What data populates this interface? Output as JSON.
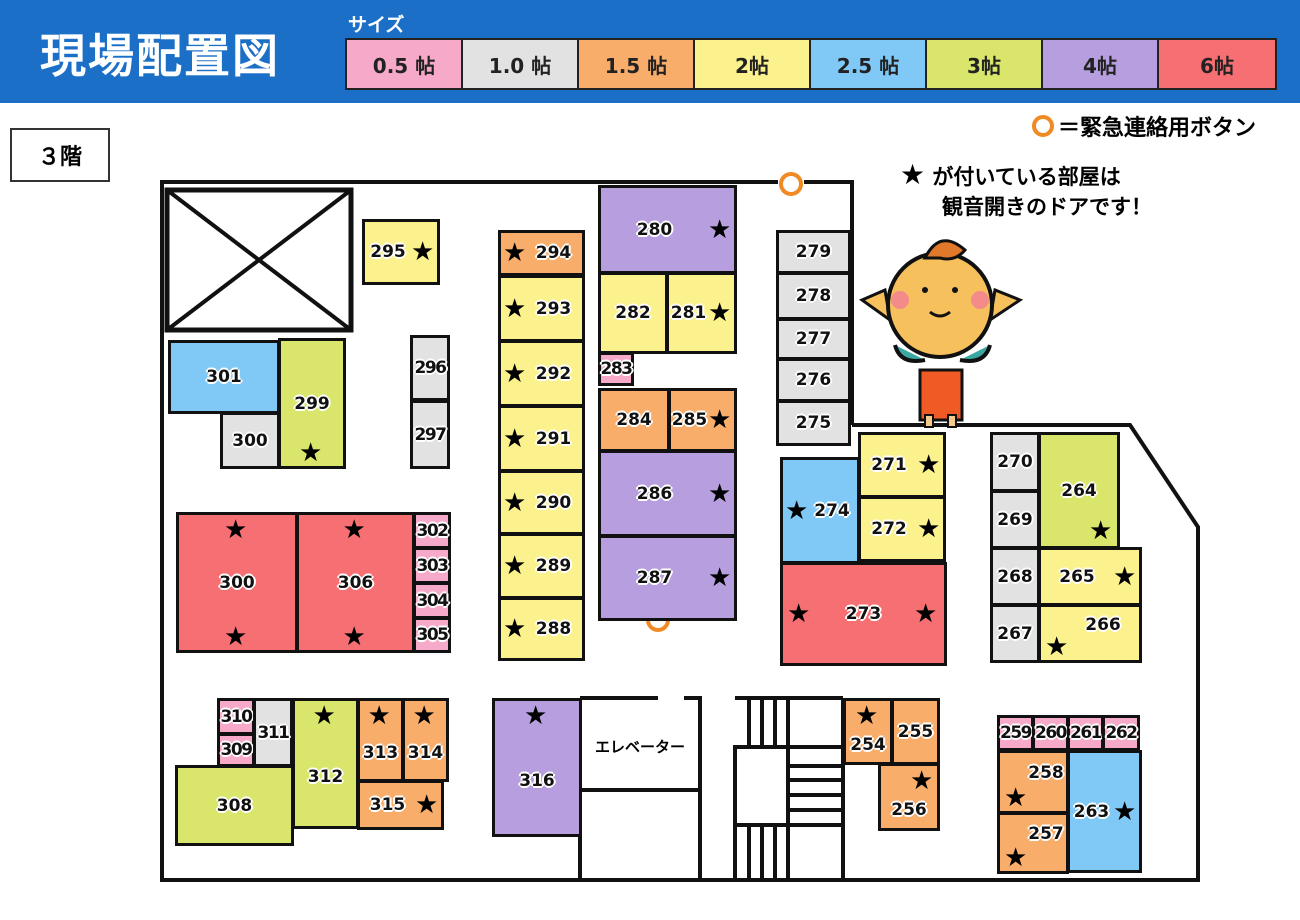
{
  "header": {
    "title": "現場配置図",
    "size_label": "サイズ"
  },
  "legend": [
    {
      "label": "0.5 帖",
      "color": "#f7a9c9"
    },
    {
      "label": "1.0 帖",
      "color": "#e2e2e2"
    },
    {
      "label": "1.5 帖",
      "color": "#f9ad6b"
    },
    {
      "label": "2帖",
      "color": "#fbf28e"
    },
    {
      "label": "2.5 帖",
      "color": "#80c9f7"
    },
    {
      "label": "3帖",
      "color": "#d9e66b"
    },
    {
      "label": "4帖",
      "color": "#b79fdf"
    },
    {
      "label": "6帖",
      "color": "#f56f73"
    }
  ],
  "floor": "３階",
  "emergency_note": "＝緊急連絡用ボタン",
  "star_note": {
    "line1": "が付いている部屋は",
    "line2": "観音開きのドアです！",
    "star": "★"
  },
  "elevator": "エレベーター",
  "rooms": [
    {
      "number": "295",
      "size": "2",
      "star": true
    },
    {
      "number": "301",
      "size": "2.5",
      "star": false
    },
    {
      "number": "300",
      "size": "1.0",
      "star": false
    },
    {
      "number": "299",
      "size": "3",
      "star": true
    },
    {
      "number": "296",
      "size": "1.0",
      "star": false
    },
    {
      "number": "297",
      "size": "1.0",
      "star": false
    },
    {
      "number": "294",
      "size": "1.5",
      "star": true
    },
    {
      "number": "293",
      "size": "2",
      "star": true
    },
    {
      "number": "292",
      "size": "2",
      "star": true
    },
    {
      "number": "291",
      "size": "2",
      "star": true
    },
    {
      "number": "290",
      "size": "2",
      "star": true
    },
    {
      "number": "289",
      "size": "2",
      "star": true
    },
    {
      "number": "288",
      "size": "2",
      "star": true
    },
    {
      "number": "280",
      "size": "4",
      "star": true
    },
    {
      "number": "282",
      "size": "2",
      "star": false
    },
    {
      "number": "281",
      "size": "2",
      "star": true
    },
    {
      "number": "283",
      "size": "0.5",
      "star": false
    },
    {
      "number": "284",
      "size": "1.5",
      "star": false
    },
    {
      "number": "285",
      "size": "1.5",
      "star": true
    },
    {
      "number": "286",
      "size": "4",
      "star": true
    },
    {
      "number": "287",
      "size": "4",
      "star": true
    },
    {
      "number": "279",
      "size": "1.0",
      "star": false
    },
    {
      "number": "278",
      "size": "1.0",
      "star": false
    },
    {
      "number": "277",
      "size": "1.0",
      "star": false
    },
    {
      "number": "276",
      "size": "1.0",
      "star": false
    },
    {
      "number": "275",
      "size": "1.0",
      "star": false
    },
    {
      "number": "274",
      "size": "2.5",
      "star": true
    },
    {
      "number": "271",
      "size": "2",
      "star": true
    },
    {
      "number": "272",
      "size": "2",
      "star": true
    },
    {
      "number": "273",
      "size": "6",
      "star": true
    },
    {
      "number": "270",
      "size": "1.0",
      "star": false
    },
    {
      "number": "269",
      "size": "1.0",
      "star": false
    },
    {
      "number": "268",
      "size": "1.0",
      "star": false
    },
    {
      "number": "267",
      "size": "1.0",
      "star": false
    },
    {
      "number": "264",
      "size": "3",
      "star": true
    },
    {
      "number": "265",
      "size": "2",
      "star": true
    },
    {
      "number": "266",
      "size": "2",
      "star": true
    },
    {
      "number": "300",
      "size": "6",
      "star": true
    },
    {
      "number": "306",
      "size": "6",
      "star": true
    },
    {
      "number": "302",
      "size": "0.5",
      "star": false
    },
    {
      "number": "303",
      "size": "0.5",
      "star": false
    },
    {
      "number": "304",
      "size": "0.5",
      "star": false
    },
    {
      "number": "305",
      "size": "0.5",
      "star": false
    },
    {
      "number": "310",
      "size": "0.5",
      "star": false
    },
    {
      "number": "309",
      "size": "0.5",
      "star": false
    },
    {
      "number": "311",
      "size": "1.0",
      "star": false
    },
    {
      "number": "308",
      "size": "3",
      "star": false
    },
    {
      "number": "312",
      "size": "3",
      "star": true
    },
    {
      "number": "313",
      "size": "1.5",
      "star": true
    },
    {
      "number": "314",
      "size": "1.5",
      "star": true
    },
    {
      "number": "315",
      "size": "1.5",
      "star": true
    },
    {
      "number": "316",
      "size": "4",
      "star": true
    },
    {
      "number": "254",
      "size": "1.5",
      "star": true
    },
    {
      "number": "255",
      "size": "1.5",
      "star": false
    },
    {
      "number": "256",
      "size": "1.5",
      "star": true
    },
    {
      "number": "259",
      "size": "0.5",
      "star": false
    },
    {
      "number": "260",
      "size": "0.5",
      "star": false
    },
    {
      "number": "261",
      "size": "0.5",
      "star": false
    },
    {
      "number": "262",
      "size": "0.5",
      "star": false
    },
    {
      "number": "258",
      "size": "1.5",
      "star": true
    },
    {
      "number": "257",
      "size": "1.5",
      "star": true
    },
    {
      "number": "263",
      "size": "2.5",
      "star": true
    }
  ]
}
